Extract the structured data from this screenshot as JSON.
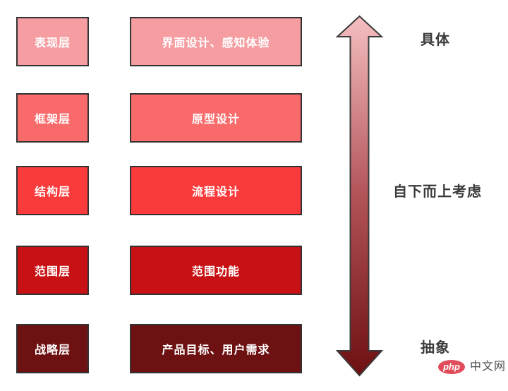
{
  "page": {
    "background": "#FFFFFF"
  },
  "diagram": {
    "rows": [
      {
        "layer": "表现层",
        "description": "界面设计、感知体验",
        "color": "#F59DA1"
      },
      {
        "layer": "框架层",
        "description": "原型设计",
        "color": "#F96B6B"
      },
      {
        "layer": "结构层",
        "description": "流程设计",
        "color": "#FA3B3B"
      },
      {
        "layer": "范围层",
        "description": "范围功能",
        "color": "#C81114"
      },
      {
        "layer": "战略层",
        "description": "产品目标、用户需求",
        "color": "#6E1112"
      }
    ],
    "axis": {
      "top_label": "具体",
      "middle_label": "自下而上考虑",
      "bottom_label": "抽象",
      "arrow_gradient_top": "#F5BFC1",
      "arrow_gradient_mid": "#B25358",
      "arrow_gradient_bottom": "#6E0F12",
      "arrow_outline": "#3A3A3A"
    }
  },
  "watermark": {
    "brand": "php",
    "site": "中文网",
    "badge_color": "#E14C5B"
  }
}
